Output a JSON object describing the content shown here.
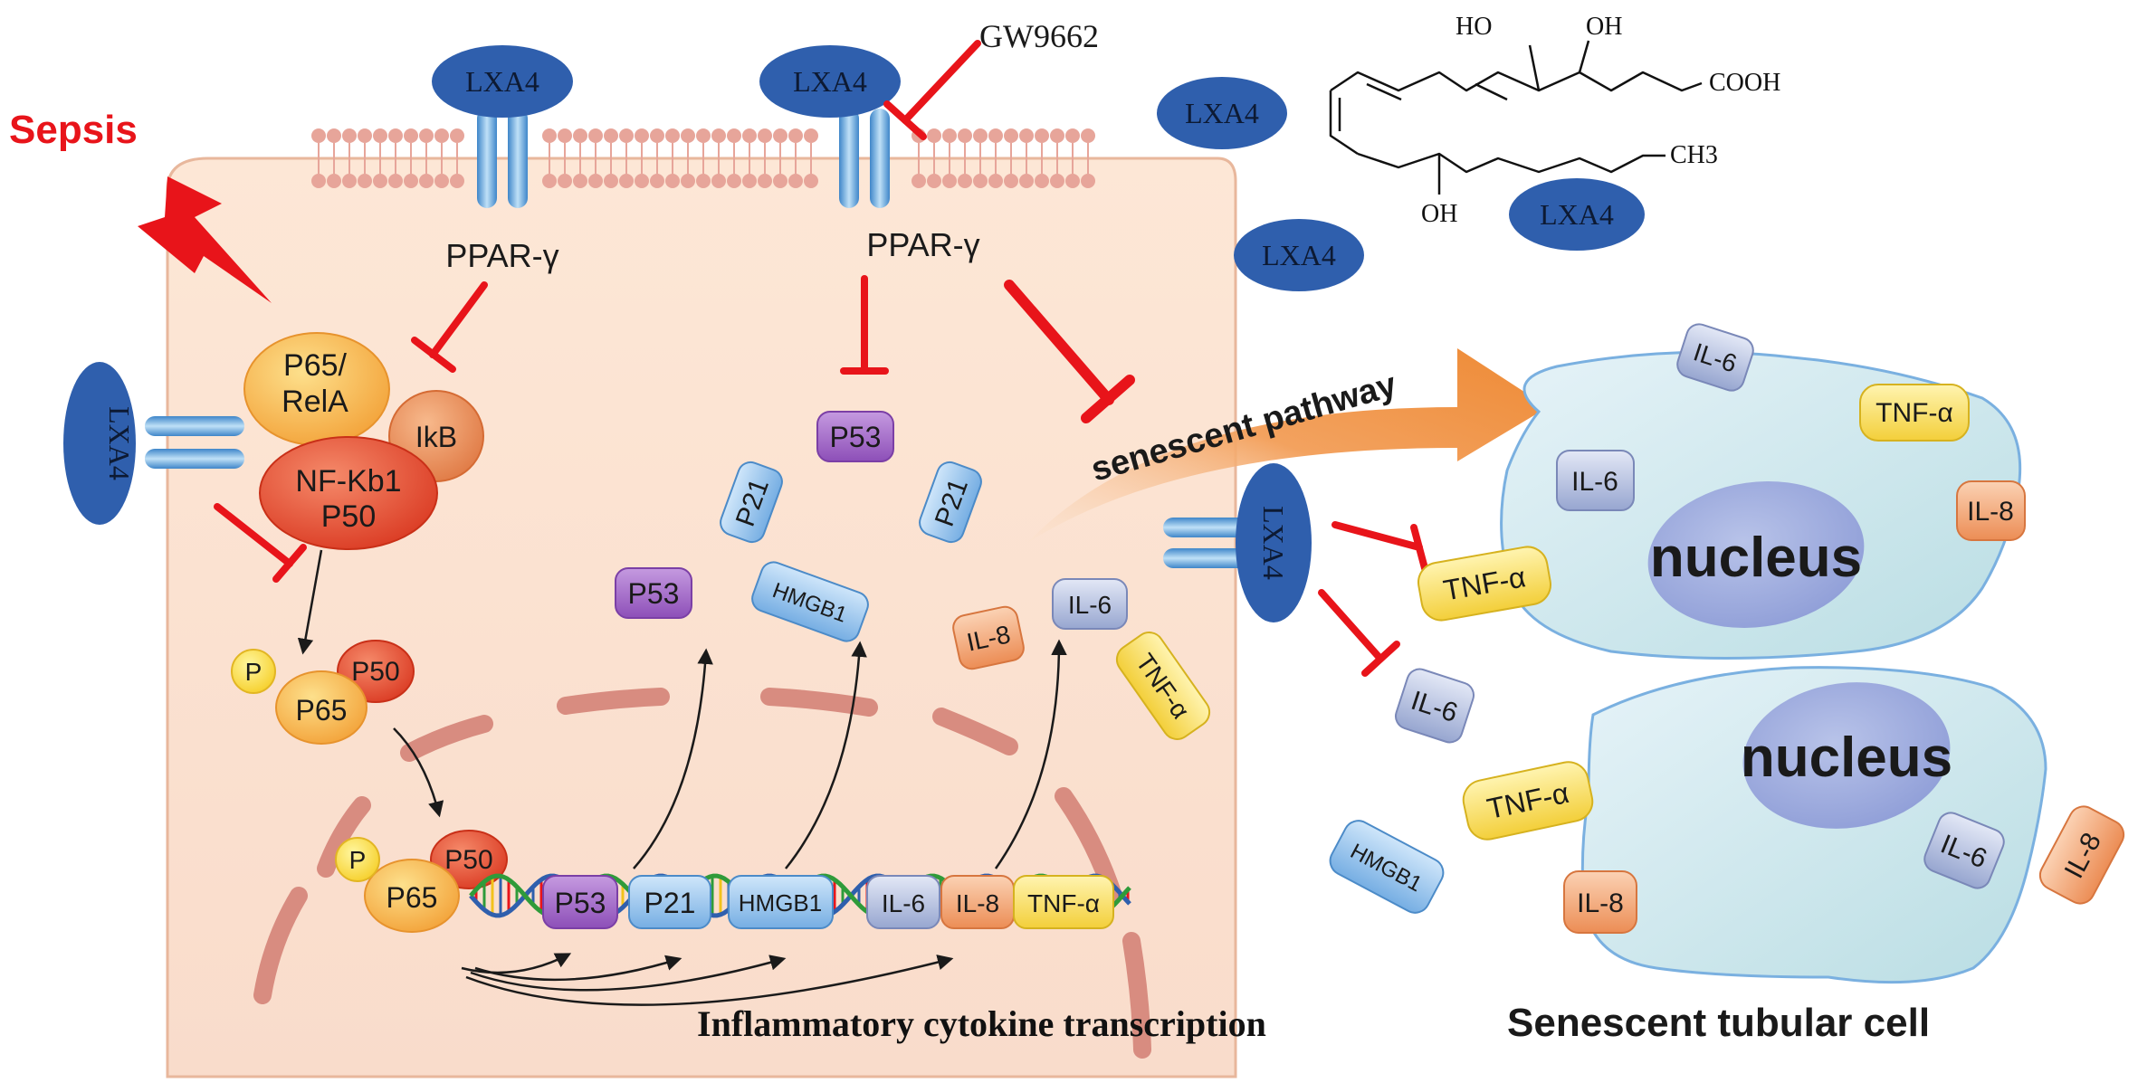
{
  "labels": {
    "sepsis": "Sepsis",
    "lxa4": "LXA4",
    "gw9662": "GW9662",
    "ppar": "PPAR-γ",
    "p65_rela": [
      "P65/",
      "RelA"
    ],
    "ikb": "IkB",
    "nfkb1": [
      "NF-Kb1",
      "P50"
    ],
    "p": "P",
    "p65": "P65",
    "p50": "P50",
    "p53": "P53",
    "p21": "P21",
    "hmgb1": "HMGB1",
    "il6": "IL-6",
    "il8": "IL-8",
    "tnf": "TNF-α",
    "senescent_pathway": "senescent pathway",
    "nucleus": "nucleus",
    "transcription_caption": "Inflammatory cytokine transcription",
    "cell_caption": "Senescent tubular cell",
    "chem_ho": "HO",
    "chem_oh": "OH",
    "chem_cooh": "COOH",
    "chem_ch3": "CH3"
  },
  "colors": {
    "inhibition": "#e8141a",
    "sepsis": "#e8141a",
    "lxa4": "#2f5fad",
    "cell_fill": "#fbe3d2",
    "membrane": "#e7a59a",
    "nucleus_dash": "#d98c82",
    "senescent_cell": "#d6ecef",
    "p53": "#9c5ec0",
    "p21": "#8cbde9",
    "hmgb1": "#8cbde9",
    "il6": "#b3bfdc",
    "il8": "#f0a376",
    "tnf": "#f8e06b"
  }
}
